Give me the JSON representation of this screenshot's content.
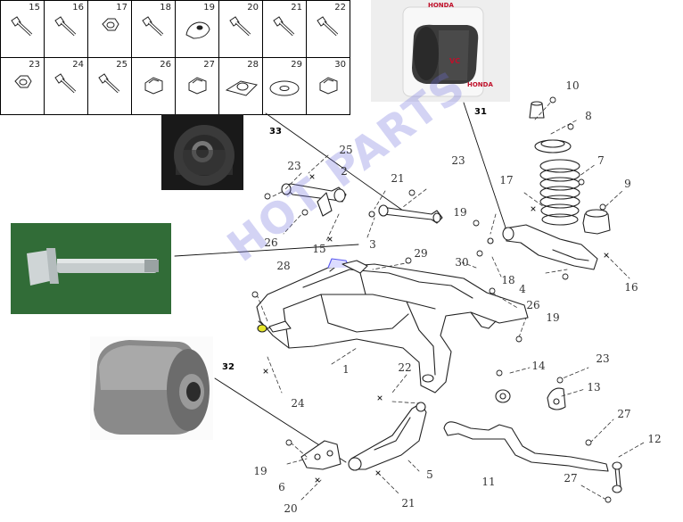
{
  "grid": {
    "cells": [
      {
        "num": "15",
        "icon": "hex-flange-bolt-icon"
      },
      {
        "num": "16",
        "icon": "hex-flange-bolt-icon"
      },
      {
        "num": "17",
        "icon": "flange-nut-icon"
      },
      {
        "num": "18",
        "icon": "hex-flange-bolt-icon"
      },
      {
        "num": "19",
        "icon": "washer-plate-icon"
      },
      {
        "num": "20",
        "icon": "hex-flange-bolt-icon"
      },
      {
        "num": "21",
        "icon": "hex-flange-bolt-icon"
      },
      {
        "num": "22",
        "icon": "hex-flange-bolt-icon"
      },
      {
        "num": "23",
        "icon": "flange-nut-icon"
      },
      {
        "num": "24",
        "icon": "hex-flange-bolt-icon"
      },
      {
        "num": "25",
        "icon": "hex-flange-bolt-icon"
      },
      {
        "num": "26",
        "icon": "lock-nut-icon"
      },
      {
        "num": "27",
        "icon": "lock-nut-icon"
      },
      {
        "num": "28",
        "icon": "diamond-plate-nut-icon"
      },
      {
        "num": "29",
        "icon": "flat-washer-icon"
      },
      {
        "num": "30",
        "icon": "lock-nut-icon"
      }
    ]
  },
  "callouts": {
    "c31": "31",
    "c32": "32",
    "c33": "33"
  },
  "bushing_tag": {
    "brand": "HONDA",
    "code": "VC"
  },
  "watermark": "HOT PARTS",
  "refs": [
    {
      "id": "r1",
      "text": "1"
    },
    {
      "id": "r2",
      "text": "2"
    },
    {
      "id": "r3",
      "text": "3"
    },
    {
      "id": "r4",
      "text": "4"
    },
    {
      "id": "r5",
      "text": "5"
    },
    {
      "id": "r6",
      "text": "6"
    },
    {
      "id": "r7",
      "text": "7"
    },
    {
      "id": "r8",
      "text": "8"
    },
    {
      "id": "r9",
      "text": "9"
    },
    {
      "id": "r10",
      "text": "10"
    },
    {
      "id": "r11",
      "text": "11"
    },
    {
      "id": "r12",
      "text": "12"
    },
    {
      "id": "r13",
      "text": "13"
    },
    {
      "id": "r14",
      "text": "14"
    },
    {
      "id": "r15",
      "text": "15"
    },
    {
      "id": "r16",
      "text": "16"
    },
    {
      "id": "r17",
      "text": "17"
    },
    {
      "id": "r18",
      "text": "18"
    },
    {
      "id": "r19a",
      "text": "19"
    },
    {
      "id": "r19b",
      "text": "19"
    },
    {
      "id": "r19c",
      "text": "19"
    },
    {
      "id": "r20",
      "text": "20"
    },
    {
      "id": "r21a",
      "text": "21"
    },
    {
      "id": "r21b",
      "text": "21"
    },
    {
      "id": "r22",
      "text": "22"
    },
    {
      "id": "r23a",
      "text": "23"
    },
    {
      "id": "r23b",
      "text": "23"
    },
    {
      "id": "r23c",
      "text": "23"
    },
    {
      "id": "r24",
      "text": "24"
    },
    {
      "id": "r25",
      "text": "25"
    },
    {
      "id": "r26a",
      "text": "26"
    },
    {
      "id": "r26b",
      "text": "26"
    },
    {
      "id": "r27a",
      "text": "27"
    },
    {
      "id": "r27b",
      "text": "27"
    },
    {
      "id": "r28",
      "text": "28"
    },
    {
      "id": "r29",
      "text": "29"
    },
    {
      "id": "r30",
      "text": "30"
    }
  ]
}
